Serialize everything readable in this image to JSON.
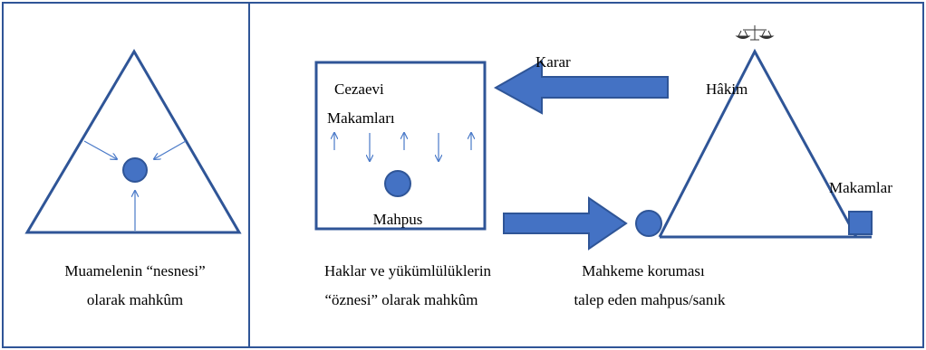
{
  "left_panel": {
    "caption_line1": "Muamelenin “nesnesi”",
    "caption_line2": "olarak mahkûm"
  },
  "middle": {
    "box_title_line1": "Cezaevi",
    "box_title_line2": "Makamları",
    "prisoner_label": "Mahpus",
    "caption_line1": "Haklar ve yükümlülüklerin",
    "caption_line2": "“öznesi” olarak mahkûm"
  },
  "right": {
    "decision_label": "Karar",
    "judge_label": "Hâkim",
    "authorities_label": "Makamlar",
    "caption_line1": "Mahkeme koruması",
    "caption_line2": "talep eden mahpus/sanık"
  },
  "colors": {
    "stroke": "#2f5597",
    "fill": "#4472c4",
    "arrow_fill": "#4472c4"
  }
}
